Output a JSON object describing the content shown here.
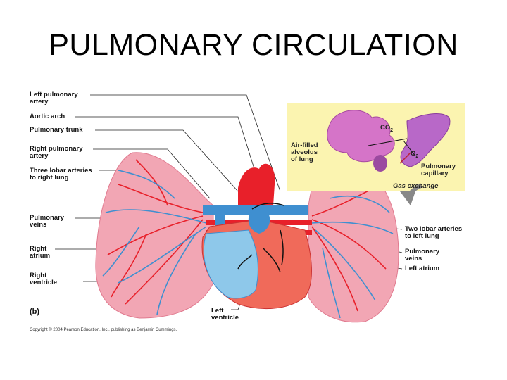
{
  "slide": {
    "title": "PULMONARY CIRCULATION"
  },
  "figure": {
    "panel_letter": "(b)",
    "copyright": "Copyright © 2004 Pearson Education, Inc., publishing as Benjamin Cummings.",
    "labels_left": [
      "Left pulmonary\nartery",
      "Aortic arch",
      "Pulmonary trunk",
      "Right pulmonary\nartery",
      "Three lobar arteries\nto right lung",
      "Pulmonary\nveins",
      "Right\natrium",
      "Right\nventricle"
    ],
    "label_bottom": "Left\nventricle",
    "labels_right": [
      "Two lobar arteries\nto left lung",
      "Pulmonary\nveins",
      "Left atrium"
    ],
    "inset": {
      "co2": "CO",
      "co2_sub": "2",
      "o2": "O",
      "o2_sub": "2",
      "air_filled": "Air-filled\nalveolus\nof lung",
      "capillary": "Pulmonary\ncapillary",
      "gas_exchange": "Gas exchange"
    },
    "colors": {
      "lung": "#f2a6b4",
      "artery_red": "#e8202a",
      "vein_blue": "#3f8fd0",
      "heart_blue": "#8ec8ea",
      "inset_bg": "#fbf4b0",
      "alveolus": "#d574c8"
    }
  }
}
